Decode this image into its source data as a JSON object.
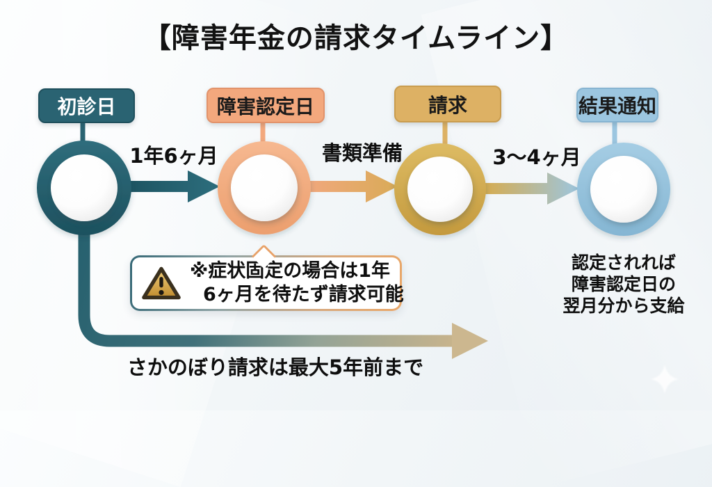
{
  "title": "【障害年金の請求タイムライン】",
  "stages": [
    {
      "label": "初診日",
      "color": "#2a6372",
      "text_color": "#ffffff"
    },
    {
      "label": "障害認定日",
      "color": "#f3a87d",
      "text_color": "#1a1a1a"
    },
    {
      "label": "請求",
      "color": "#ddb164",
      "text_color": "#1a1a1a"
    },
    {
      "label": "結果通知",
      "color": "#9cc6e0",
      "text_color": "#1a1a1a"
    }
  ],
  "transitions": [
    {
      "label": "1年6ヶ月"
    },
    {
      "label": "書類準備"
    },
    {
      "label": "3〜4ヶ月"
    }
  ],
  "callout": {
    "icon": "warning-triangle-icon",
    "line1": "※症状固定の場合は1年",
    "line2": "6ヶ月を待たず請求可能"
  },
  "result_note": {
    "line1": "認定されれば",
    "line2": "障害認定日の",
    "line3": "翌月分から支給"
  },
  "retro_arrow_label": "さかのぼり請求は最大5年前まで",
  "icons": [
    "warning-triangle-icon",
    "sparkle-icon"
  ],
  "palette": {
    "teal": "#2a6372",
    "salmon": "#f3a87d",
    "gold": "#ddb164",
    "light_blue": "#9cc6e0",
    "retro_tan": "#ccb78f",
    "title_color": "#121212",
    "background": "#eef3f6"
  }
}
